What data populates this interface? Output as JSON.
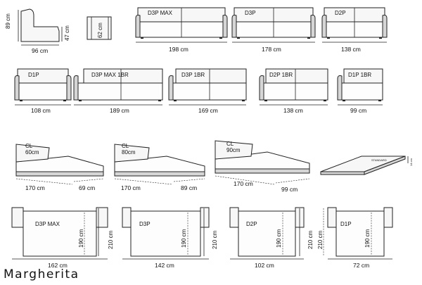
{
  "title": "Margherita",
  "side_view": {
    "height": "89 cm",
    "seat_height": "47 cm",
    "depth": "96 cm"
  },
  "armrest": {
    "width": "62 cm"
  },
  "row1": [
    {
      "label": "D3P MAX",
      "width": "198 cm"
    },
    {
      "label": "D3P",
      "width": "178 cm"
    },
    {
      "label": "D2P",
      "width": "138 cm"
    }
  ],
  "row2": [
    {
      "label": "D1P",
      "width": "108 cm"
    },
    {
      "label": "D3P MAX 1BR",
      "width": "189 cm"
    },
    {
      "label": "D3P 1BR",
      "width": "169 cm"
    },
    {
      "label": "D2P 1BR",
      "width": "138 cm"
    },
    {
      "label": "D1P 1BR",
      "width": "99 cm"
    }
  ],
  "chaises": [
    {
      "label": "CL",
      "sub": "60cm",
      "length": "170 cm",
      "width": "69 cm"
    },
    {
      "label": "CL",
      "sub": "80cm",
      "length": "170 cm",
      "width": "89 cm"
    },
    {
      "label": "CL",
      "sub": "90cm",
      "length": "170 cm",
      "width": "99 cm"
    }
  ],
  "mattress": {
    "label": "STANDARD",
    "thickness": "14 cm"
  },
  "beds": [
    {
      "label": "D3P MAX",
      "bed_length": "190 cm",
      "open_length": "210 cm",
      "width": "162 cm"
    },
    {
      "label": "D3P",
      "bed_length": "190 cm",
      "open_length": "210 cm",
      "width": "142 cm"
    },
    {
      "label": "D2P",
      "bed_length": "190 cm",
      "open_length": "210 cm",
      "width": "102 cm"
    },
    {
      "label": "D1P",
      "bed_length": "190 cm",
      "open_length": "210 cm",
      "width": "72 cm"
    }
  ]
}
